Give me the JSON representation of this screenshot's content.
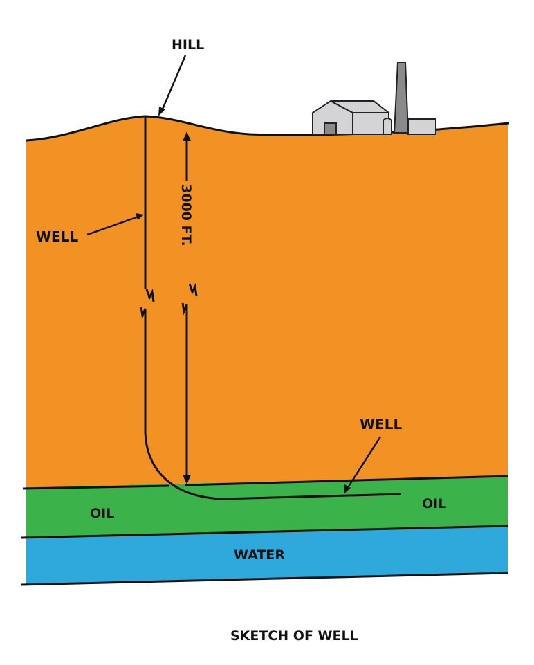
{
  "title": "SKETCH OF WELL",
  "labels": {
    "hill": "HILL",
    "well_vertical": "WELL",
    "well_horizontal": "WELL",
    "depth": "3000 FT.",
    "oil_left": "OIL",
    "oil_right": "OIL",
    "water": "WATER"
  },
  "layers": [
    {
      "name": "surface-rock",
      "color": "#f39224"
    },
    {
      "name": "oil",
      "color": "#3cb34a"
    },
    {
      "name": "water",
      "color": "#2fa8dc"
    }
  ],
  "structures": {
    "building_color": "#d4d4d6",
    "chimney_color": "#8a8a8c"
  }
}
